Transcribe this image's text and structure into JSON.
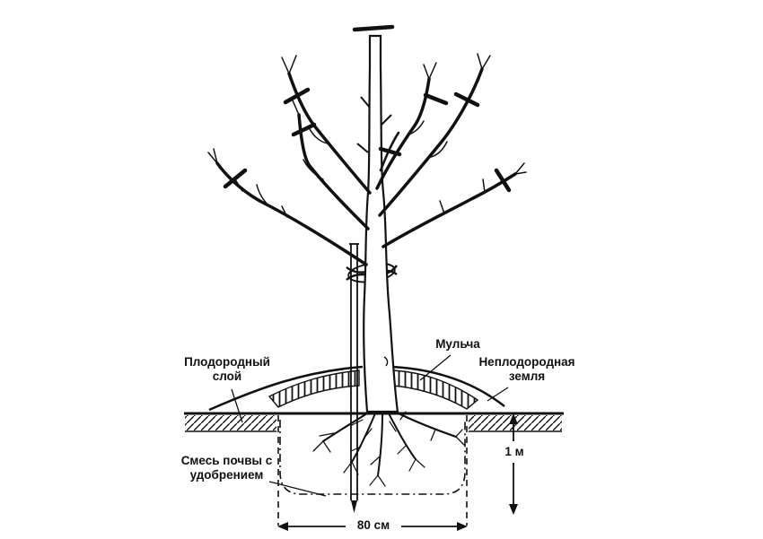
{
  "diagram": {
    "title_hint": "tree planting scheme",
    "labels": {
      "fertile_layer": "Плодородный слой",
      "mulch": "Мульча",
      "infertile_soil": "Неплодородная земля",
      "soil_mix": "Смесь почвы с удобрением",
      "depth": "1 м",
      "width": "80 см"
    },
    "colors": {
      "ink": "#111111",
      "background": "#ffffff"
    }
  }
}
